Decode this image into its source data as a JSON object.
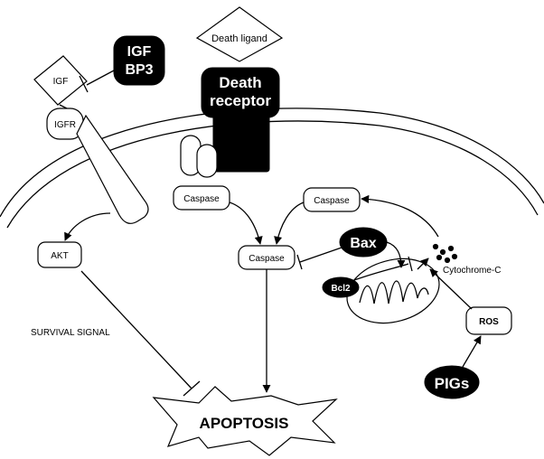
{
  "nodes": {
    "death_ligand": "Death ligand",
    "death_receptor_line1": "Death",
    "death_receptor_line2": "receptor",
    "igf": "IGF",
    "igfbp3_line1": "IGF",
    "igfbp3_line2": "BP3",
    "igfr": "IGFR",
    "akt": "AKT",
    "caspase_left": "Caspase",
    "caspase_center": "Caspase",
    "caspase_right": "Caspase",
    "bax": "Bax",
    "bcl2": "Bcl2",
    "cytochrome_c": "Cytochrome-C",
    "ros": "ROS",
    "pigs": "PIGs",
    "survival_signal": "SURVIVAL SIGNAL",
    "apoptosis": "APOPTOSIS"
  },
  "colors": {
    "ink": "#000000",
    "background": "#ffffff"
  }
}
